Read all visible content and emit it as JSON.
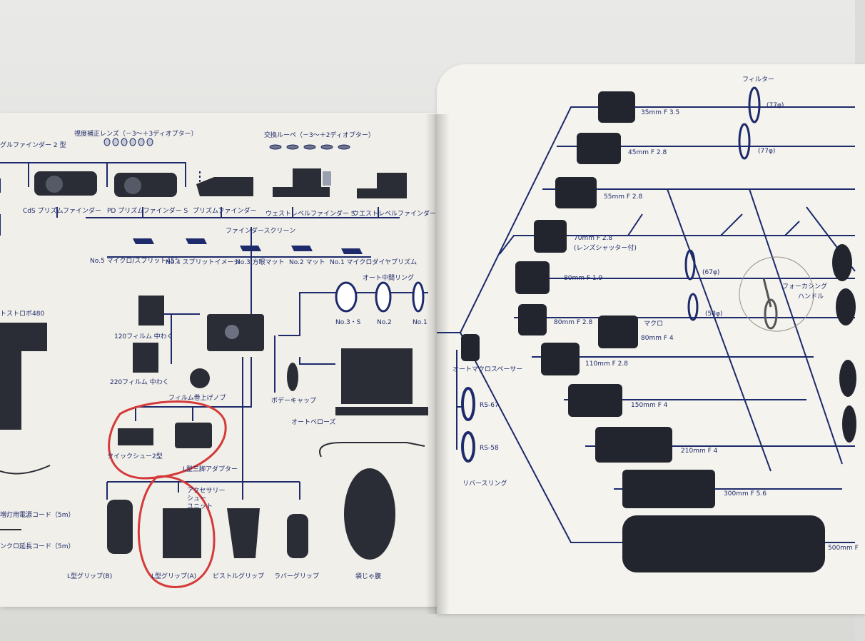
{
  "left": {
    "diopter_lens": "視度補正レンズ（－3～＋3ディオプター）",
    "loupe": "交換ルーペ（－3～＋2ディオプター）",
    "angle_finder": "グルファインダー 2 型",
    "finders": [
      "CdS プリズムファインダー",
      "PD プリズムファインダー S",
      "プリズムファインダー",
      "ウェストレベルファインダー S",
      "ウエストレベルファインダー"
    ],
    "screen_title": "ファインダースクリーン",
    "screens": [
      "No.5 マイクロ/スプリット45°",
      "No.4 スプリットイメージ",
      "No.3 方眼マット",
      "No.2 マット",
      "No.1 マイクロダイヤプリズム"
    ],
    "auto_ring_title": "オート中間リング",
    "rings": [
      "No.3・S",
      "No.2",
      "No.1"
    ],
    "strobe": "トストロボ480",
    "film120": "120フィルム 中わく",
    "film220": "220フィルム 中わく",
    "knob": "フィルム巻上げノブ",
    "body_cap": "ボデーキャップ",
    "bellows": "オートベローズ",
    "quick_shoe": "クイックシュー2型",
    "tripod_adapter": "L型三脚アダプター",
    "accessory_shoe": [
      "アクセサリー",
      "シュー",
      "ユニット"
    ],
    "power_cord": "増灯用電源コード（5m）",
    "ext_cord": "ンクロ延長コード（5m）",
    "grips": [
      "L型グリップ(B)",
      "L型グリップ(A)",
      "ピストルグリップ",
      "ラバーグリップ",
      "袋じゃ腹"
    ]
  },
  "right": {
    "filter_title": "フィルター",
    "filters": [
      "(77φ)",
      "(77φ)",
      "(67φ)",
      "(58φ)"
    ],
    "focus_handle": [
      "フォーカシング",
      "ハンドル"
    ],
    "lenses": [
      "35mm F 3.5",
      "45mm F 2.8",
      "55mm F 2.8",
      "70mm F 2.8",
      "(レンズシャッター付)",
      "80mm F 1.9",
      "80mm F 2.8",
      "マクロ",
      "80mm F 4",
      "110mm F 2.8",
      "150mm F 4",
      "210mm F 4",
      "300mm F 5.6",
      "500mm F"
    ],
    "spacer": "オートマクロスペーサー",
    "rs67": "RS-67",
    "rs58": "RS-58",
    "reverse_ring": "リバースリング"
  },
  "colors": {
    "ink": "#1d2a6b",
    "paper": "#f1efe9",
    "circle": "#d43a3a"
  }
}
